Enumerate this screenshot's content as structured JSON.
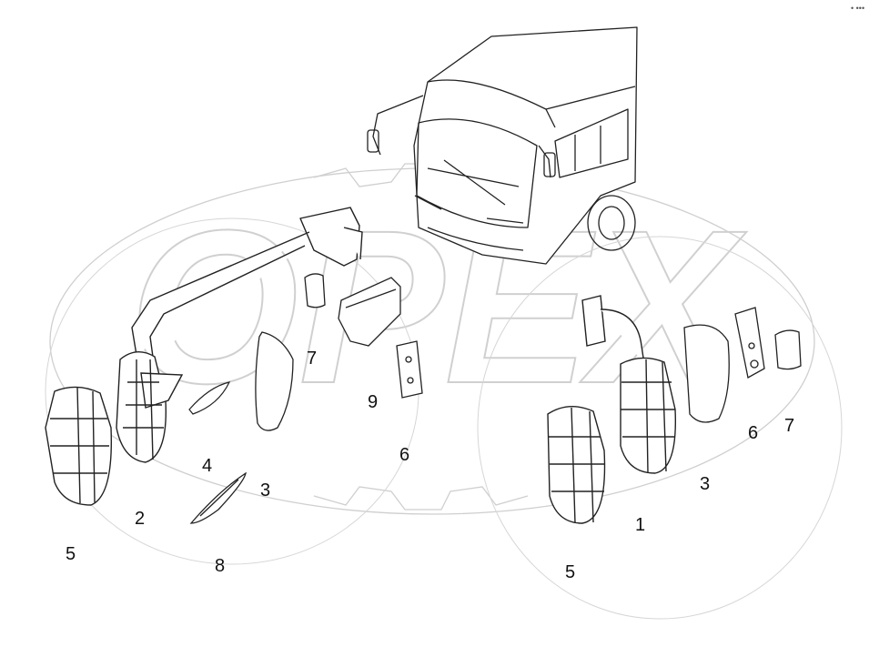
{
  "diagram": {
    "kind": "exploded parts diagram - bus rear-view mirrors",
    "watermark": "OPEX",
    "corner_mark": "• •••",
    "colors": {
      "line": "#222222",
      "watermark": "#c8c8c8",
      "label": "#111111"
    },
    "left_assembly": {
      "labels": {
        "mirror_cover": "5",
        "mirror_body": "2",
        "small_glass": "4",
        "mirror_glass": "3",
        "ornament": "8",
        "clip": "7",
        "bracket": "9",
        "mount": "6"
      }
    },
    "right_assembly": {
      "labels": {
        "mirror_body": "1",
        "mirror_cover": "5",
        "mirror_glass": "3",
        "mount": "6",
        "clip": "7"
      }
    }
  }
}
